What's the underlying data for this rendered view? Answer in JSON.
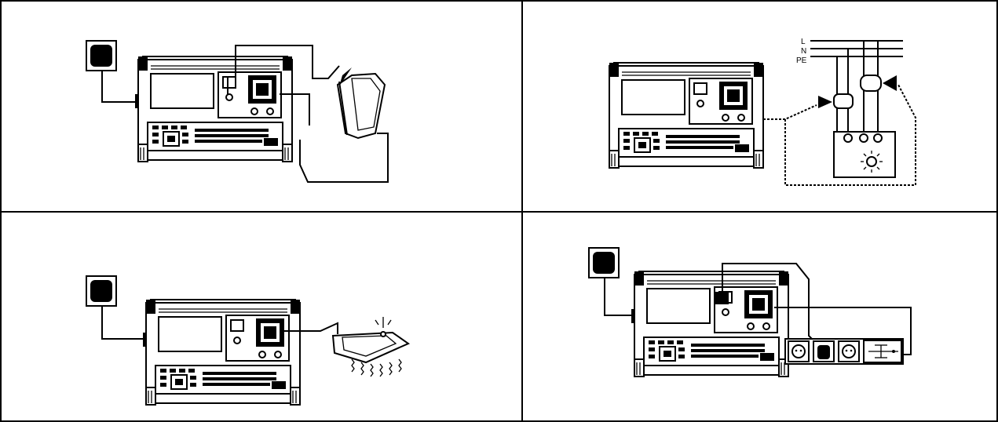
{
  "panels": [
    {
      "id": "insulation-test-iron"
    },
    {
      "id": "clamp-leakage-test"
    },
    {
      "id": "functional-test-iron"
    },
    {
      "id": "extension-lead-test"
    }
  ],
  "conductor_labels": {
    "l": "L",
    "n": "N",
    "pe": "PE"
  },
  "colors": {
    "line": "#000000",
    "background": "#ffffff"
  }
}
